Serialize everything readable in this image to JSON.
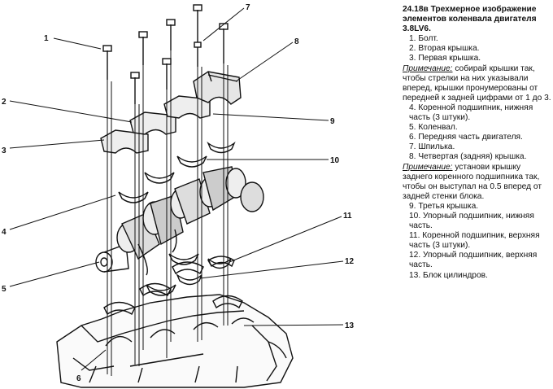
{
  "caption": {
    "title": "24.18в Трехмерное изображение элементов коленвала двигателя 3.8LV6.",
    "items": [
      "1. Болт.",
      "2. Вторая крышка.",
      "3. Первая крышка."
    ],
    "note1_label": "Примечание:",
    "note1_text": " собирай крышки так, чтобы стрелки на них указывали вперед, крышки пронумерованы от передней к задней цифрами от 1 до 3.",
    "items2": [
      "4. Коренной подшипник, нижняя часть (3 штуки).",
      "5. Коленвал.",
      "6. Передняя часть двигателя.",
      "7. Шпилька.",
      "8. Четвертая (задняя) крышка."
    ],
    "note2_label": "Примечание:",
    "note2_text": " установи крышку заднего коренного подшипника так, чтобы он выступал на 0.5 вперед от задней стенки блока.",
    "items3": [
      "9. Третья крышка.",
      "10. Упорный подшипник, нижняя часть.",
      "11. Коренной подшипник, верхняя часть (3 штуки).",
      "12. Упорный подшипник, верхняя часть.",
      "13. Блок цилиндров."
    ]
  },
  "callouts": [
    "1",
    "2",
    "3",
    "4",
    "5",
    "6",
    "7",
    "8",
    "9",
    "10",
    "11",
    "12",
    "13"
  ]
}
